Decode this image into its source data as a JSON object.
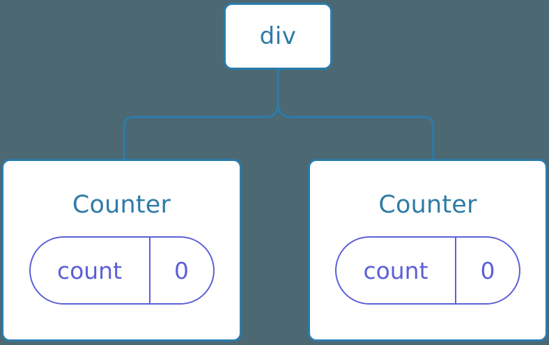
{
  "diagram": {
    "background_color": "#4c6873",
    "node_border_color": "#2b7cac",
    "node_text_color": "#2e7ba8",
    "state_color": "#5c5fd6",
    "connector_color": "#2b7cac",
    "root": {
      "label": "div"
    },
    "children": [
      {
        "title": "Counter",
        "state": {
          "key": "count",
          "value": "0"
        }
      },
      {
        "title": "Counter",
        "state": {
          "key": "count",
          "value": "0"
        }
      }
    ]
  }
}
